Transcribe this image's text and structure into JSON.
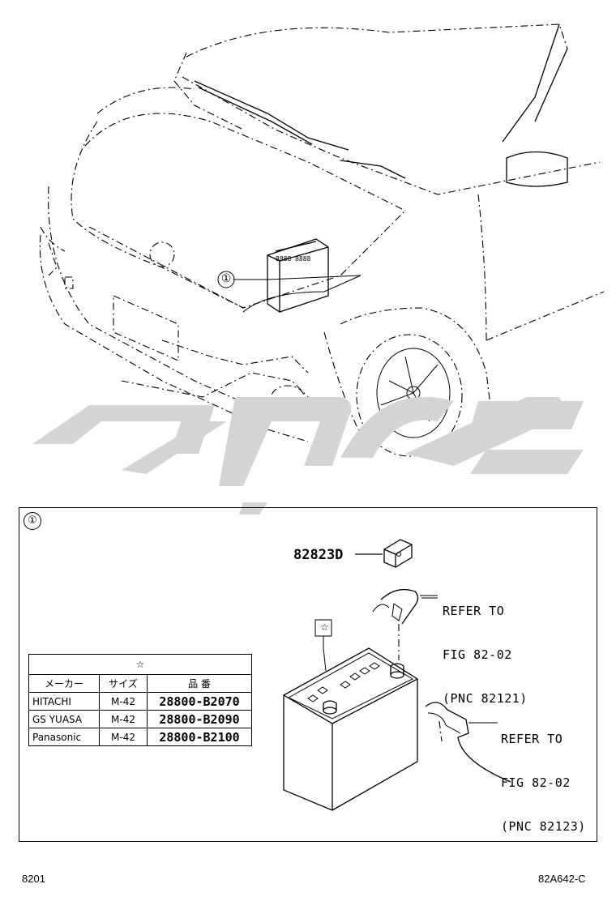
{
  "diagram": {
    "callout_number": "①",
    "detail_callout": "①",
    "part_number": "82823D",
    "refer1": {
      "line1": "REFER TO",
      "line2": "FIG 82-02",
      "line3": "(PNC 82121)"
    },
    "refer2": {
      "line1": "REFER TO",
      "line2": "FIG 82-02",
      "line3": "(PNC 82123)"
    },
    "star_symbol": "☆"
  },
  "table": {
    "star_header": "☆",
    "headers": [
      "メーカー",
      "サイズ",
      "品 番"
    ],
    "rows": [
      {
        "maker": "HITACHI",
        "size": "M-42",
        "part": "28800-B2070"
      },
      {
        "maker": "GS YUASA",
        "size": "M-42",
        "part": "28800-B2090"
      },
      {
        "maker": "Panasonic",
        "size": "M-42",
        "part": "28800-B2100"
      }
    ]
  },
  "footer": {
    "left": "8201",
    "right": "82A642-C"
  },
  "colors": {
    "watermark": "#d4d4d4",
    "line": "#000000"
  }
}
